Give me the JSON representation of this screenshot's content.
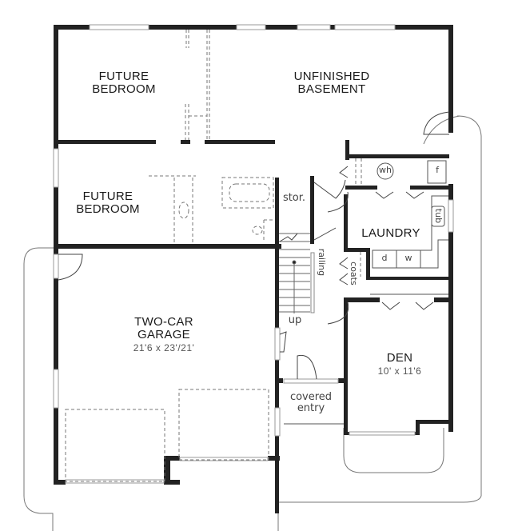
{
  "plan": {
    "rooms": [
      {
        "id": "future-bedroom-1",
        "name_line1": "FUTURE",
        "name_line2": "BEDROOM"
      },
      {
        "id": "unfinished-basement",
        "name_line1": "UNFINISHED",
        "name_line2": "BASEMENT"
      },
      {
        "id": "future-bedroom-2",
        "name_line1": "FUTURE",
        "name_line2": "BEDROOM"
      },
      {
        "id": "laundry",
        "name_line1": "LAUNDRY"
      },
      {
        "id": "garage",
        "name_line1": "TWO-CAR",
        "name_line2": "GARAGE",
        "dimensions": "21'6 x 23'/21'"
      },
      {
        "id": "den",
        "name_line1": "DEN",
        "dimensions": "10' x 11'6"
      },
      {
        "id": "covered-entry",
        "name_line1": "covered",
        "name_line2": "entry"
      }
    ],
    "fixtures": {
      "storage": "stor.",
      "water_heater": "wh",
      "furnace": "f",
      "tub": "tub",
      "dryer": "d",
      "washer": "w",
      "coats": "coats",
      "railing": "railing",
      "stairs_up": "up"
    },
    "colors": {
      "wall": "#222222",
      "line": "#555555",
      "dashed": "#777777",
      "window": "#bbbbbb"
    }
  }
}
